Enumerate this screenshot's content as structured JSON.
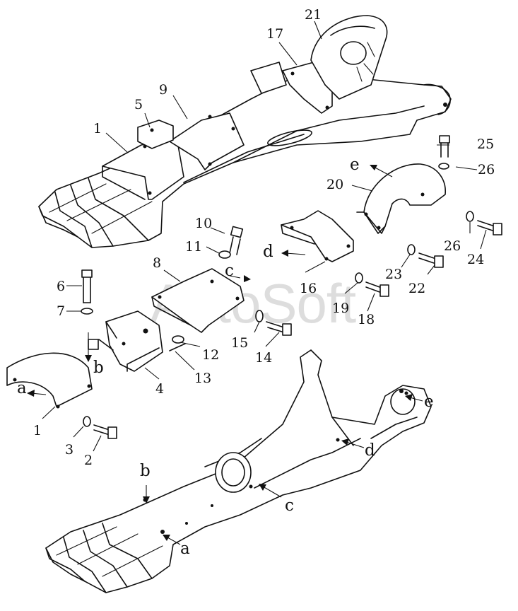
{
  "watermark": "AutoSoft",
  "part_numbers": [
    "1",
    "2",
    "3",
    "4",
    "5",
    "6",
    "7",
    "8",
    "9",
    "10",
    "11",
    "12",
    "13",
    "14",
    "15",
    "16",
    "17",
    "18",
    "19",
    "20",
    "21",
    "22",
    "23",
    "24",
    "25",
    "26"
  ],
  "callout_letters": [
    "a",
    "b",
    "c",
    "d",
    "e"
  ]
}
